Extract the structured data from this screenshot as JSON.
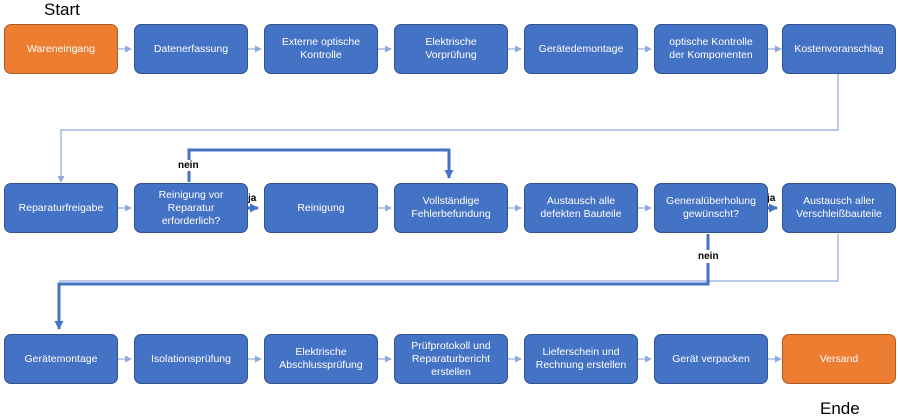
{
  "labels": {
    "start": "Start",
    "end": "Ende",
    "no": "nein",
    "yes": "ja"
  },
  "colors": {
    "box": "#4472c4",
    "terminal": "#ed7d31",
    "line": "#8faadc",
    "thick": "#4472c4"
  },
  "nodes": {
    "wareneingang": "Wareneingang",
    "datenerfassung": "Datenerfassung",
    "externe_kontrolle": "Externe optische Kontrolle",
    "elektrische_vorpruefung": "Elektrische Vorprüfung",
    "geraetedemontage": "Gerätedemontage",
    "optische_kontrolle": "optische Kontrolle der Komponenten",
    "kostenvoranschlag": "Kostenvoranschlag",
    "reparaturfreigabe": "Reparaturfreigabe",
    "reinigung_frage": "Reinigung vor Reparatur erforderlich?",
    "reinigung": "Reinigung",
    "fehlerbefundung": "Vollständige Fehlerbefundung",
    "austausch_defekt": "Austausch alle defekten Bauteile",
    "generalueberholung": "Generalüberholung gewünscht?",
    "austausch_verschleiss": "Austausch aller Verschleißbauteile",
    "geraetemontage": "Gerätemontage",
    "isolationspruefung": "Isolationsprüfung",
    "abschlusspruefung": "Elektrische Abschlussprüfung",
    "pruefprotokoll": "Prüfprotokoll und Reparaturbericht erstellen",
    "lieferschein": "Lieferschein und Rechnung erstellen",
    "verpacken": "Gerät verpacken",
    "versand": "Versand"
  }
}
